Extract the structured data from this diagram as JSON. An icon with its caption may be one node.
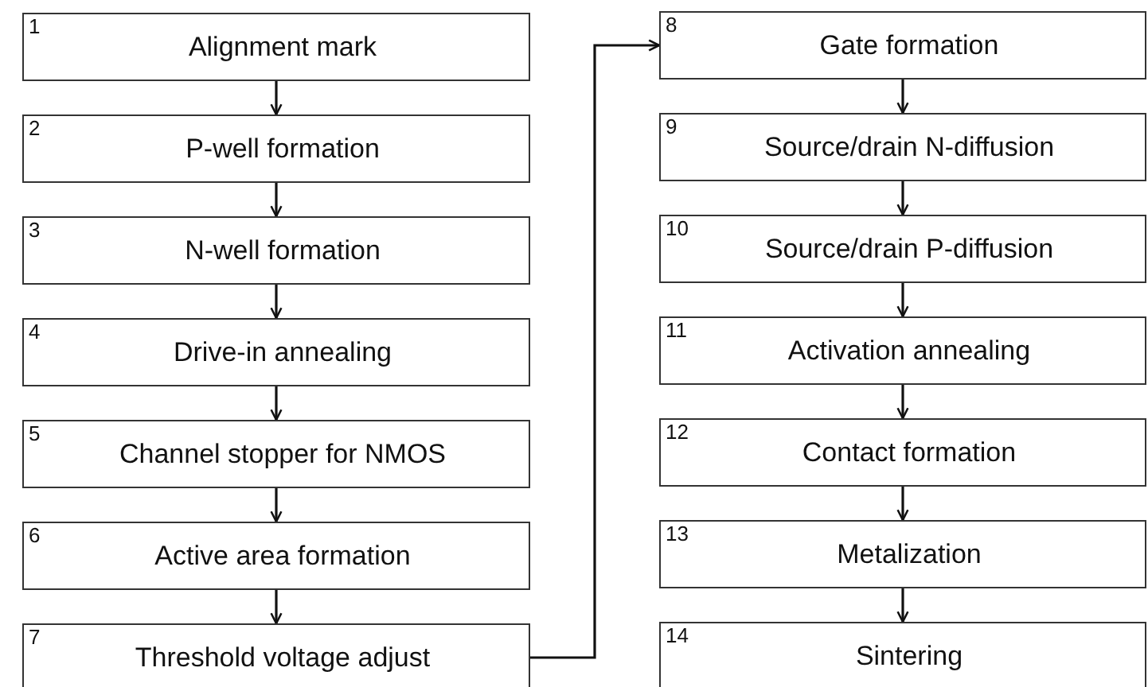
{
  "diagram": {
    "nodes": [
      {
        "text": [
          "1",
          "Alignment mark"
        ]
      },
      {
        "text": [
          "2",
          "P-well formation"
        ]
      },
      {
        "text": [
          "3",
          "N-well formation"
        ]
      },
      {
        "text": [
          "4",
          "Drive-in annealing"
        ]
      },
      {
        "text": [
          "5",
          "Channel stopper for NMOS"
        ]
      },
      {
        "text": [
          "6",
          "Active area formation"
        ]
      },
      {
        "text": [
          "7",
          "Threshold voltage adjust"
        ]
      },
      {
        "text": [
          "8",
          "Gate formation"
        ]
      },
      {
        "text": [
          "9",
          "Source/drain N-diffusion"
        ]
      },
      {
        "text": [
          "10",
          "Source/drain P-diffusion"
        ]
      },
      {
        "text": [
          "11",
          "Activation annealing"
        ]
      },
      {
        "text": [
          "12",
          "Contact formation"
        ]
      },
      {
        "text": [
          "13",
          "Metalization"
        ]
      },
      {
        "text": [
          "14",
          "Sintering"
        ]
      }
    ],
    "edges": [
      {
        "from": 0,
        "to": 1,
        "arrow": "to"
      },
      {
        "from": 1,
        "to": 2,
        "arrow": "to"
      },
      {
        "from": 2,
        "to": 3,
        "arrow": "to"
      },
      {
        "from": 3,
        "to": 4,
        "arrow": "to"
      },
      {
        "from": 4,
        "to": 5,
        "arrow": "to"
      },
      {
        "from": 5,
        "to": 6,
        "arrow": "to"
      },
      {
        "from": 6,
        "to": 7,
        "arrow": "to"
      },
      {
        "from": 7,
        "to": 8,
        "arrow": "to"
      },
      {
        "from": 8,
        "to": 9,
        "arrow": "to"
      },
      {
        "from": 9,
        "to": 10,
        "arrow": "to"
      },
      {
        "from": 10,
        "to": 11,
        "arrow": "to"
      },
      {
        "from": 11,
        "to": 12,
        "arrow": "to"
      },
      {
        "from": 12,
        "to": 13,
        "arrow": "to"
      }
    ]
  }
}
